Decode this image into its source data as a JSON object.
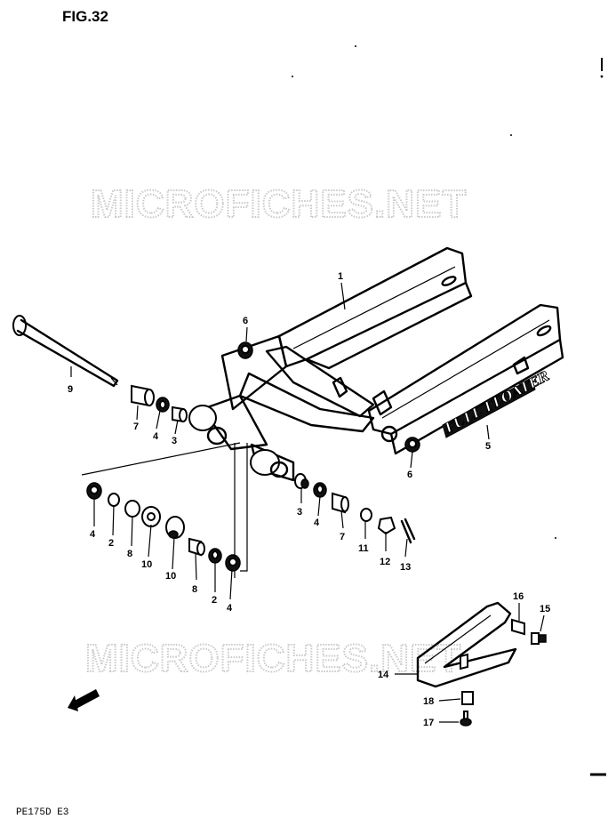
{
  "figure_title": "FIG.32",
  "model_code": "PE175D  E3",
  "watermark": "MICROFICHES.NET",
  "decal_text": "FULL FLOATER",
  "part_numbers": {
    "p1": "1",
    "p2a": "2",
    "p2b": "2",
    "p3a": "3",
    "p3b": "3",
    "p4a": "4",
    "p4b": "4",
    "p4c": "4",
    "p4d": "4",
    "p5": "5",
    "p6a": "6",
    "p6b": "6",
    "p7a": "7",
    "p7b": "7",
    "p8a": "8",
    "p8b": "8",
    "p9": "9",
    "p10a": "10",
    "p10b": "10",
    "p11": "11",
    "p12": "12",
    "p13": "13",
    "p14": "14",
    "p15": "15",
    "p16": "16",
    "p17": "17",
    "p18": "18"
  }
}
